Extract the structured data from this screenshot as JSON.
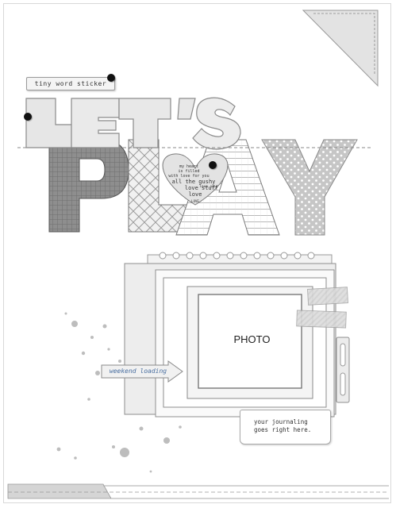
{
  "title_top": "LET’S",
  "title_bottom": [
    "P",
    "L",
    "A",
    "Y"
  ],
  "stickers": {
    "word_sticker": "tiny word sticker",
    "heart_lines": [
      "my heart",
      "is filled",
      "with love for you",
      "all the gushy",
      "love stuff",
      "love you",
      "love",
      "LOVE"
    ],
    "arrow_label": "weekend loading",
    "journal_lines": [
      "your journaling",
      "goes right here."
    ]
  },
  "photo": {
    "label": "PHOTO"
  },
  "colors": {
    "page": "#ffffff",
    "gray_dark": "#8d8d8d",
    "gray_mid": "#b5b5b5",
    "gray_light": "#e2e2e2",
    "outline": "#7d7d7d",
    "brad": "#111111",
    "accent_blue": "#4a6fa0"
  }
}
